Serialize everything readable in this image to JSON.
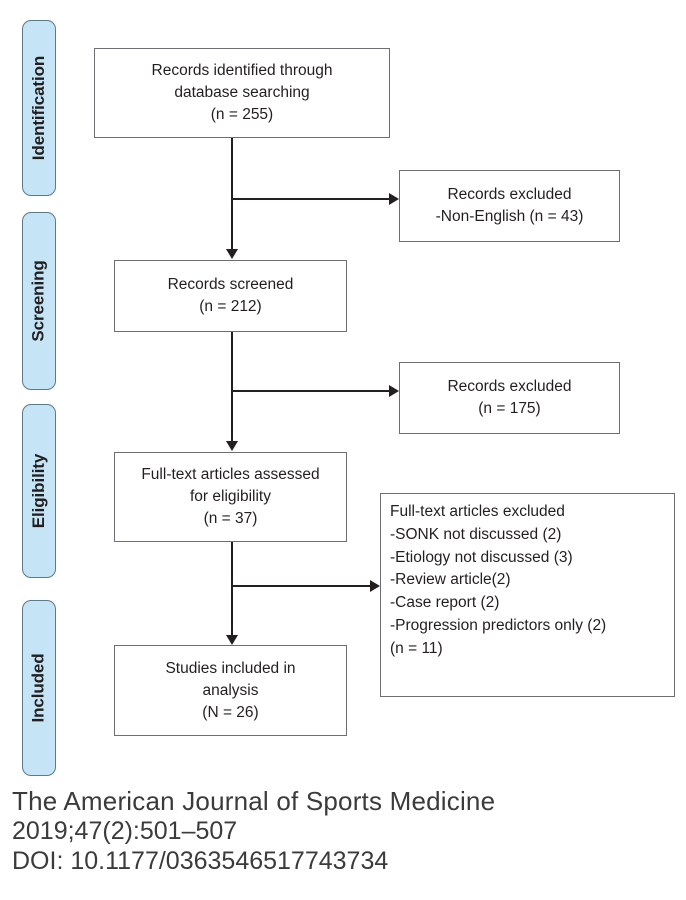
{
  "diagram": {
    "type": "prisma-flow-diagram",
    "stages": [
      {
        "label": "Identification"
      },
      {
        "label": "Screening"
      },
      {
        "label": "Eligibility"
      },
      {
        "label": "Included"
      }
    ],
    "boxes": {
      "identified": {
        "lines": [
          "Records identified through",
          "database searching",
          "(n = 255)"
        ]
      },
      "excluded_nonenglish": {
        "lines": [
          "Records excluded",
          "-Non-English (n = 43)"
        ]
      },
      "screened": {
        "lines": [
          "Records screened",
          "(n = 212)"
        ]
      },
      "excluded_screening": {
        "lines": [
          "Records excluded",
          "(n = 175)"
        ]
      },
      "fulltext_assessed": {
        "lines": [
          "Full-text articles assessed",
          "for eligibility",
          "(n = 37)"
        ]
      },
      "fulltext_excluded": {
        "lines": [
          "Full-text articles excluded",
          "-SONK not discussed (2)",
          "-Etiology not discussed (3)",
          "-Review article(2)",
          "-Case report (2)",
          "-Progression predictors only (2)",
          "(n = 11)"
        ]
      },
      "included": {
        "lines": [
          "Studies included in",
          "analysis",
          "(N = 26)"
        ]
      }
    },
    "counts": {
      "records_identified": 255,
      "excluded_non_english": 43,
      "records_screened": 212,
      "records_excluded_screening": 175,
      "fulltext_assessed": 37,
      "fulltext_excluded_total": 11,
      "fulltext_excluded_sonk_not_discussed": 2,
      "fulltext_excluded_etiology_not_discussed": 3,
      "fulltext_excluded_review_article": 2,
      "fulltext_excluded_case_report": 2,
      "fulltext_excluded_progression_predictors_only": 2,
      "studies_included": 26
    },
    "colors": {
      "stage_label_fill": "#c5e4f5",
      "stage_label_border": "#5b7a8c",
      "box_border": "#6d6e71",
      "connector": "#231f20",
      "text": "#231f20",
      "citation_text": "#3b3b3b"
    }
  },
  "citation": {
    "journal": "The American Journal of Sports Medicine",
    "volume_line": "2019;47(2):501–507",
    "doi_line": "DOI: 10.1177/0363546517743734"
  }
}
